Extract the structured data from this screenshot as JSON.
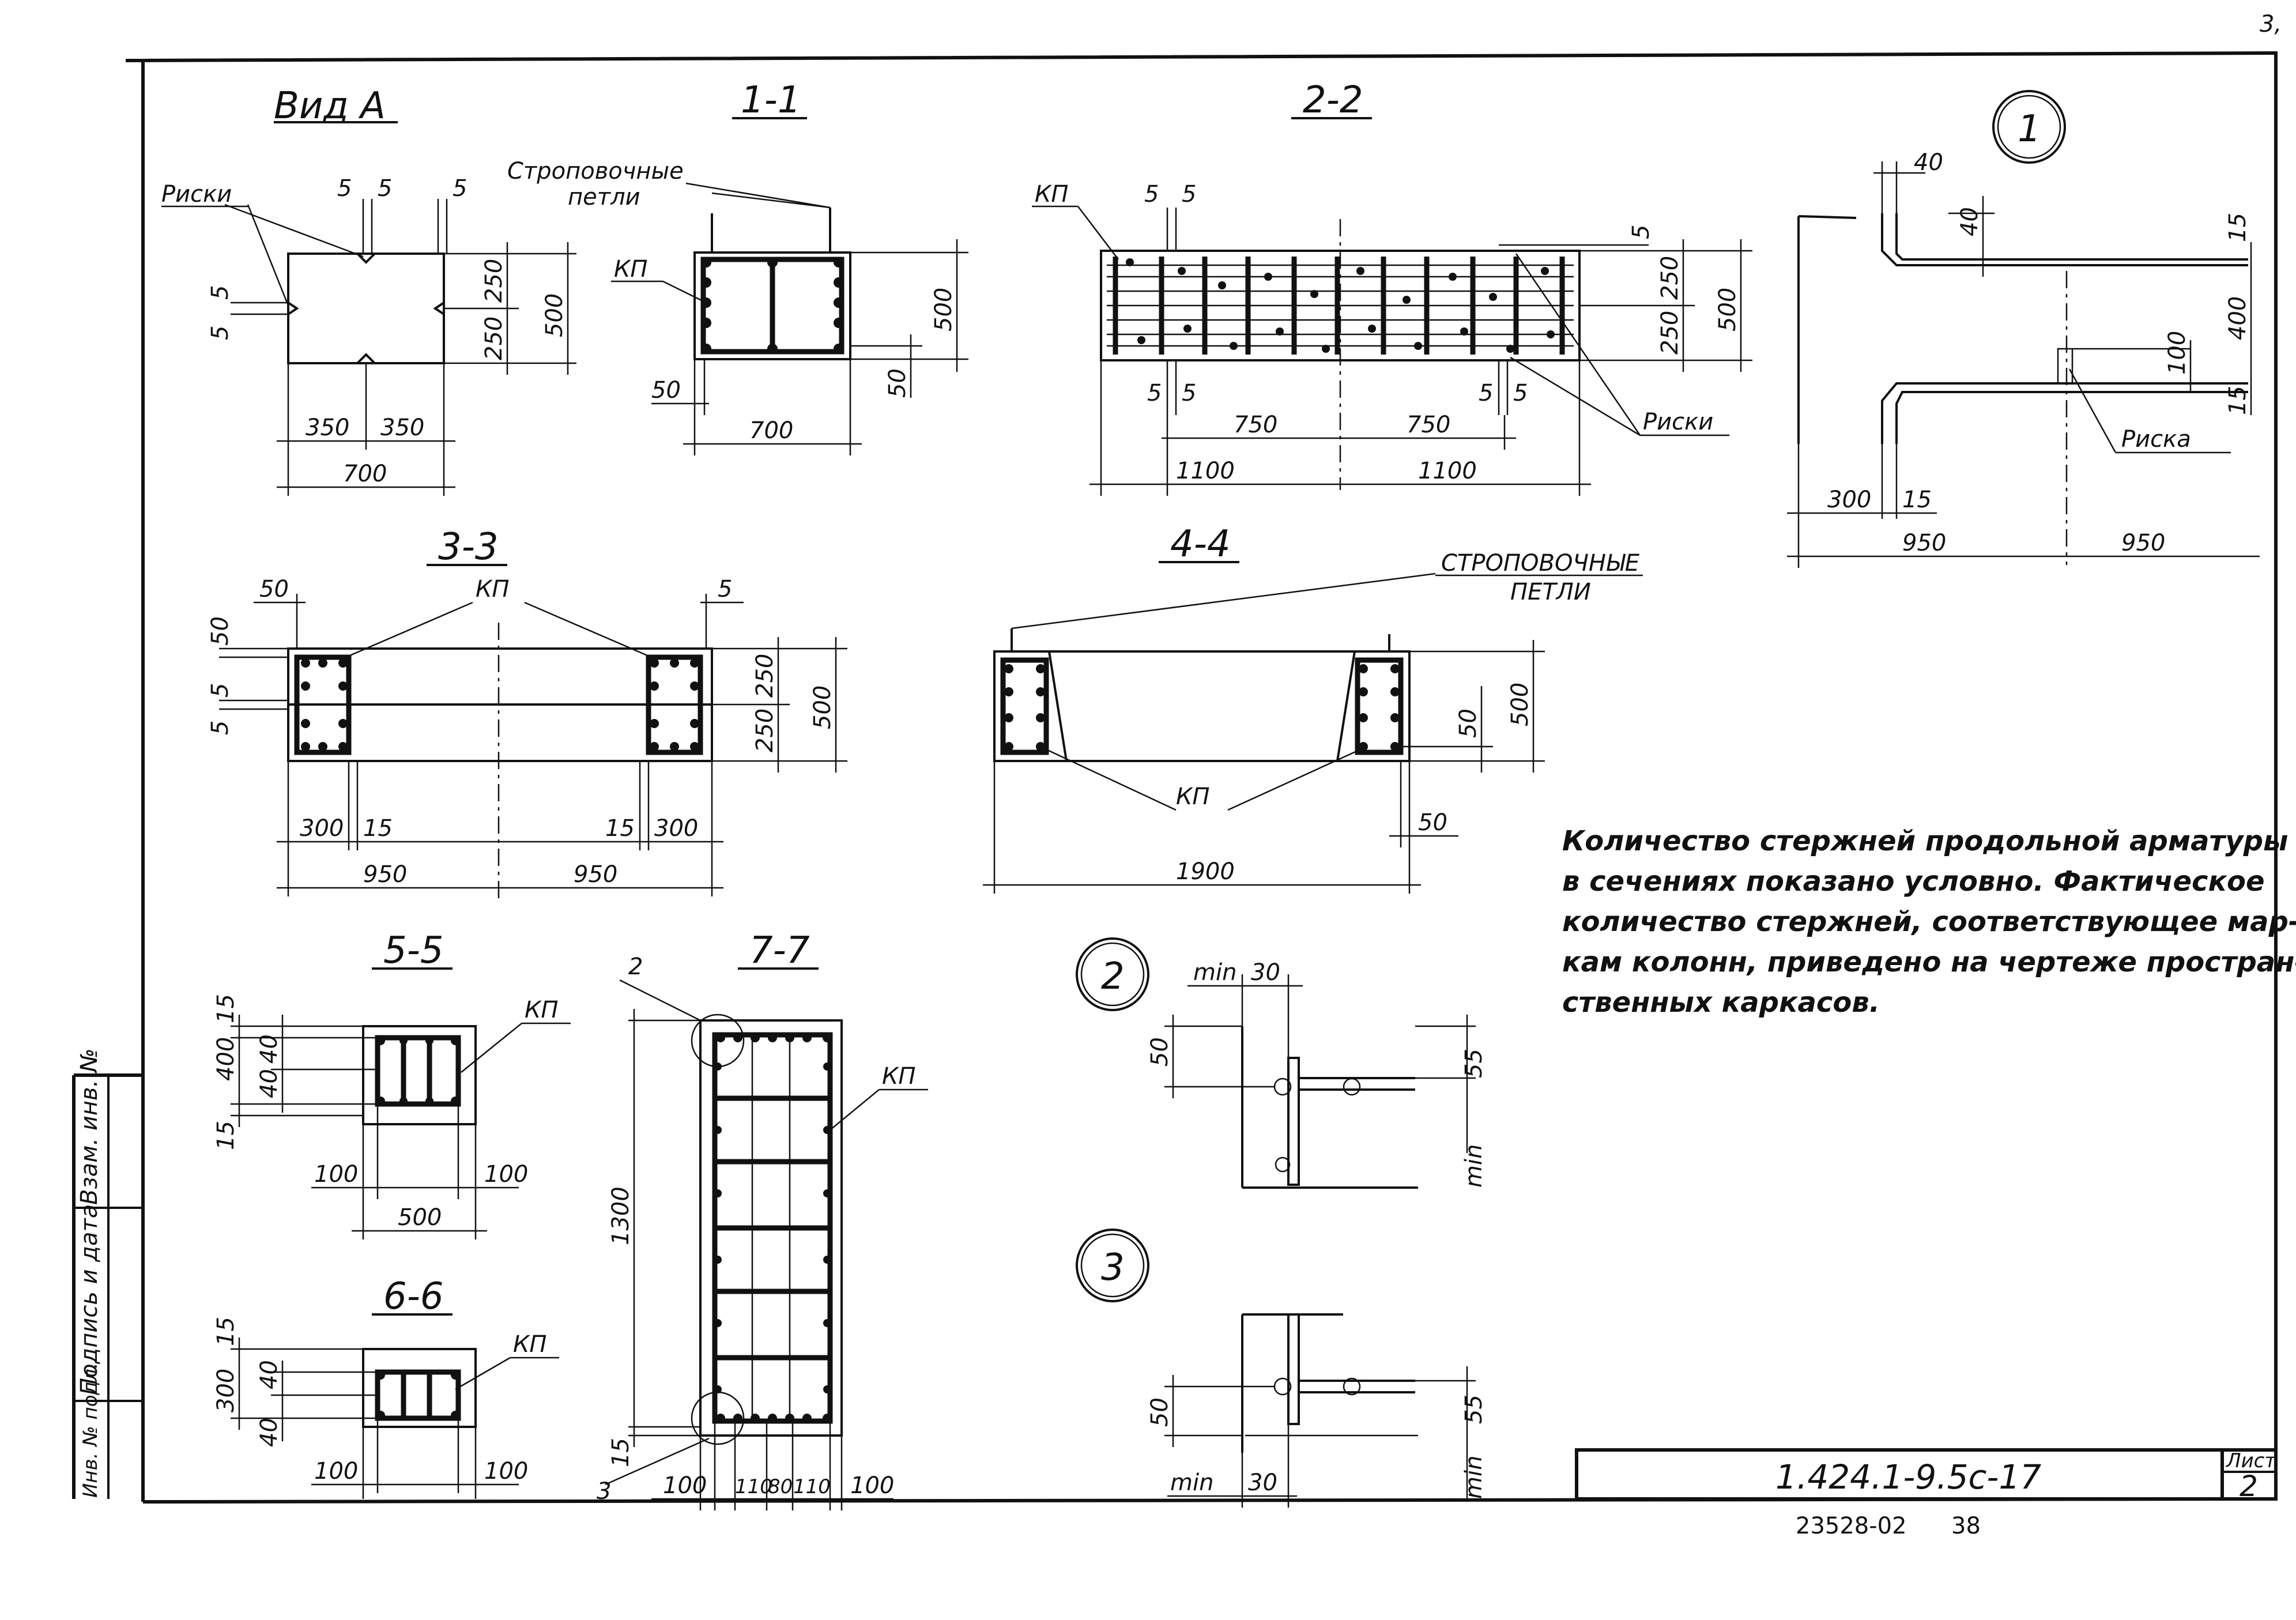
{
  "titles": {
    "view_a": "Вид А",
    "s11": "1-1",
    "s22": "2-2",
    "s33": "3-3",
    "s44": "4-4",
    "s55": "5-5",
    "s66": "6-6",
    "s77": "7-7"
  },
  "labels": {
    "riski": "Риски",
    "riska": "Риска",
    "kp": "КП",
    "strop_1": "Строповочные",
    "strop_2": "петли",
    "strop_1_caps": "СТРОПОВОЧНЫЕ",
    "strop_2_caps": "ПЕТЛИ",
    "min": "min",
    "mark_1": "1",
    "mark_2": "2",
    "mark_3": "3"
  },
  "dims": {
    "d5": "5",
    "d15": "15",
    "d30": "30",
    "d40": "40",
    "d50": "50",
    "d55": "55",
    "d80": "80",
    "d100": "100",
    "d110": "110",
    "d250": "250",
    "d300": "300",
    "d350": "350",
    "d400": "400",
    "d500": "500",
    "d700": "700",
    "d750": "750",
    "d950": "950",
    "d1100": "1100",
    "d1300": "1300",
    "d1900": "1900"
  },
  "note": [
    "Количество стержней продольной арматуры",
    "в сечениях показано условно. Фактическое",
    "количество стержней, соответствующее мар-",
    "кам колонн, приведено на чертеже простран-",
    "ственных каркасов."
  ],
  "stamp": {
    "code": "1.424.1-9.5с-17",
    "sheet_label": "Лист",
    "sheet_no": "2",
    "archive_no": "23528-02",
    "page_no": "38",
    "corner_mark": "3,"
  },
  "side_stamp": {
    "inv_podl": "Инв. № подл.",
    "podpis": "Подпись и дата",
    "vzam": "Взам. инв. №"
  }
}
